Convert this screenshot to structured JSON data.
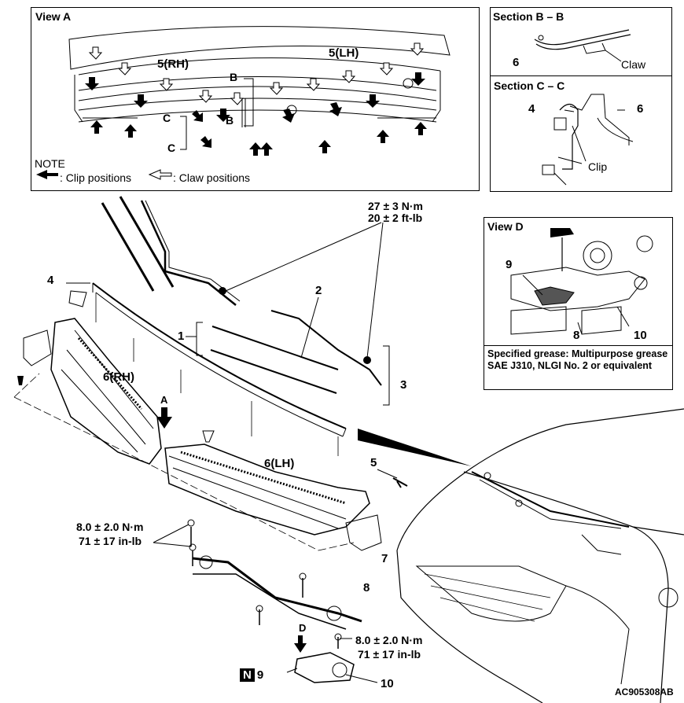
{
  "view_a": {
    "title": "View A",
    "label_rh": "5(RH)",
    "label_lh": "5(LH)",
    "section_b_mark": "B",
    "section_b_mark2": "B",
    "section_c_mark": "C",
    "section_c_mark2": "C",
    "note_title": "NOTE",
    "clip_legend": ": Clip positions",
    "claw_legend": ": Claw positions"
  },
  "section_bb": {
    "title": "Section B – B",
    "part_6": "6",
    "claw_label": "Claw"
  },
  "section_cc": {
    "title": "Section C – C",
    "part_4": "4",
    "part_6": "6",
    "clip_label": "Clip"
  },
  "view_d": {
    "title": "View D",
    "part_9": "9",
    "part_8": "8",
    "part_10": "10",
    "grease_note": "Specified grease: Multipurpose grease SAE J310, NLGI No. 2 or equivalent"
  },
  "main": {
    "torque_arm_nm": "27 ± 3 N·m",
    "torque_arm_ftlb": "20 ± 2 ft-lb",
    "torque_left_nm": "8.0 ± 2.0 N·m",
    "torque_left_inlb": "71 ± 17 in-lb",
    "torque_right_nm": "8.0 ± 2.0 N·m",
    "torque_right_inlb": "71 ± 17 in-lb",
    "labels": {
      "p1": "1",
      "p2": "2",
      "p3": "3",
      "p4": "4",
      "p5": "5",
      "p6rh": "6(RH)",
      "p6lh": "6(LH)",
      "p7": "7",
      "p8": "8",
      "p9": "9",
      "p10": "10",
      "a": "A",
      "d": "D",
      "n_badge": "N"
    },
    "figure_code": "AC905308AB"
  }
}
